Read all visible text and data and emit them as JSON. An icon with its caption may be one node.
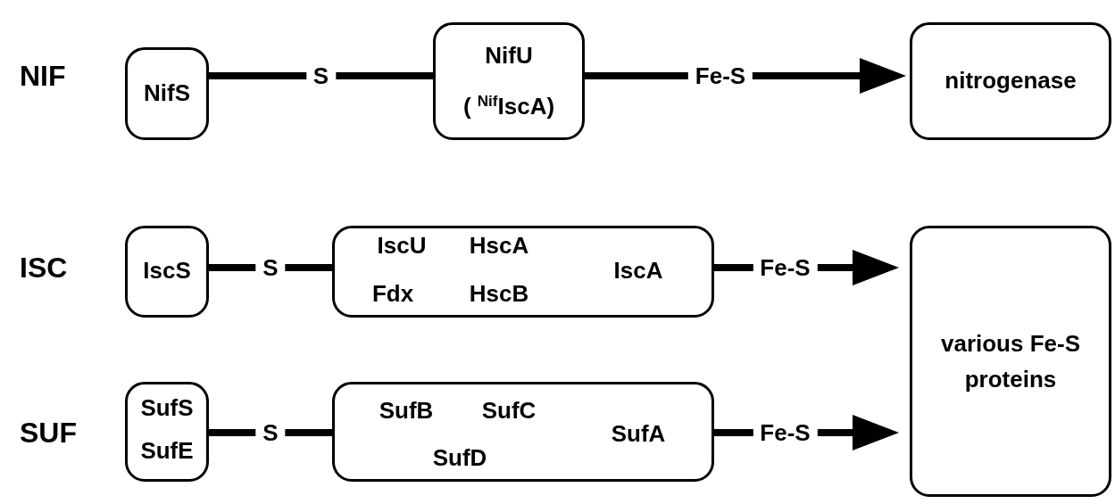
{
  "diagram": {
    "nodes": [
      {
        "text": [
          "NifS"
        ]
      },
      {
        "text": [
          "NifU",
          "( $^{Nif}$IscA)"
        ]
      },
      {
        "text": [
          "nitrogenase"
        ]
      },
      {
        "text": [
          "IscS"
        ]
      },
      {
        "text": [
          "IscU",
          "HscA",
          "IscA",
          "Fdx",
          "HscB"
        ]
      },
      {
        "text": [
          "various Fe-S proteins"
        ]
      },
      {
        "text": [
          "SufS",
          "SufE"
        ]
      },
      {
        "text": [
          "SufB",
          "SufC",
          "SufA",
          "SufD"
        ]
      }
    ],
    "edges": [
      {
        "from": 0,
        "to": 1,
        "arrow": "none",
        "label": "S"
      },
      {
        "from": 1,
        "to": 2,
        "arrow": "to",
        "label": "Fe-S"
      },
      {
        "from": 3,
        "to": 4,
        "arrow": "none",
        "label": "S"
      },
      {
        "from": 4,
        "to": 5,
        "arrow": "to",
        "label": "Fe-S"
      },
      {
        "from": 6,
        "to": 7,
        "arrow": "none",
        "label": "S"
      },
      {
        "from": 7,
        "to": 5,
        "arrow": "to",
        "label": "Fe-S"
      }
    ],
    "labels": [
      "NIF",
      "ISC",
      "SUF"
    ]
  }
}
